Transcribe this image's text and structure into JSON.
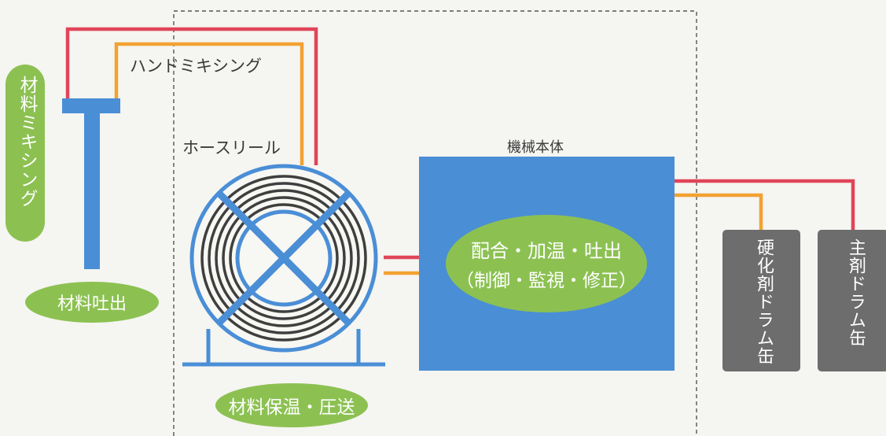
{
  "labels": {
    "hand_mixing": "ハンドミキシング",
    "material_mixing": "材料ミキシング",
    "material_discharge": "材料吐出",
    "hose_reel": "ホースリール",
    "machine_body": "機械本体",
    "mix_heat_discharge": "配合・加温・吐出",
    "control_note": "（制御・監視・修正）",
    "heat_pump": "材料保温・圧送",
    "hardener_drum": "硬化剤ドラム缶",
    "main_drum": "主剤ドラム缶"
  },
  "colors": {
    "red_line": "#e04558",
    "orange_line": "#f2a232",
    "blue": "#4a8ed6",
    "green": "#8cc152",
    "dark_box": "#6d6d6d",
    "background": "#f5f5f1",
    "coil": "#3f3f3f"
  }
}
